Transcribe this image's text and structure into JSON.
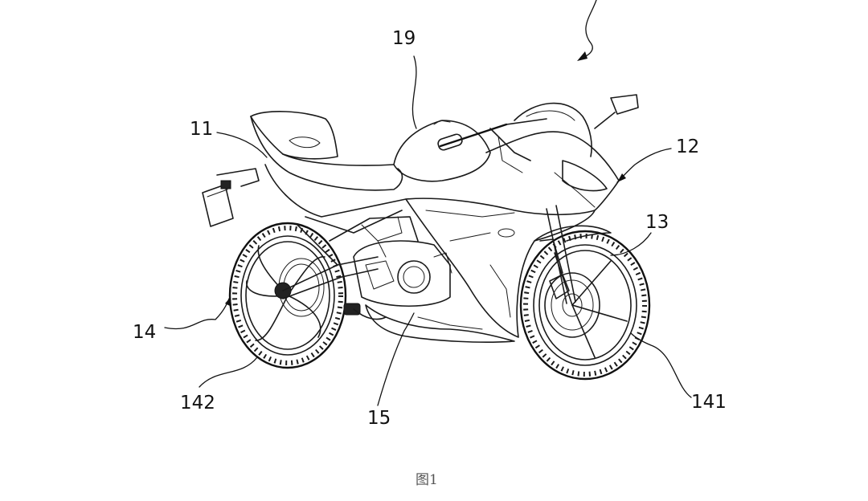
{
  "figure": {
    "caption": "图1",
    "labels": {
      "l19": "19",
      "l11": "11",
      "l12": "12",
      "l13": "13",
      "l14": "14",
      "l142": "142",
      "l15": "15",
      "l141": "141"
    }
  },
  "colors": {
    "ink": "#1a1a1a",
    "caption": "#555555",
    "background": "#ffffff"
  }
}
